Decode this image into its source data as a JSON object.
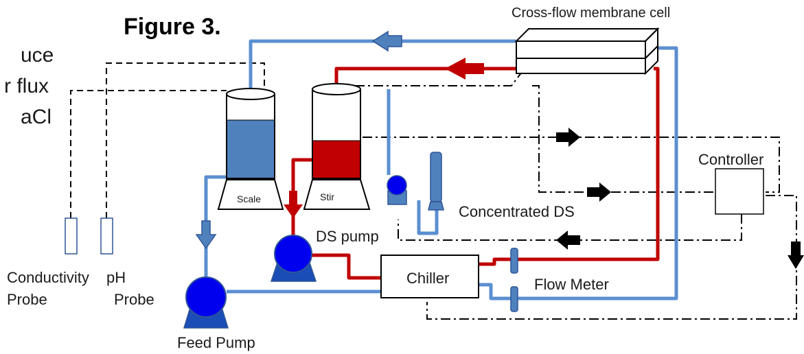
{
  "figure_title": "Figure 3.",
  "clipped_text": [
    "uce",
    "r flux",
    "aCl"
  ],
  "labels": {
    "membrane_cell": "Cross-flow membrane cell",
    "controller": "Controller",
    "concentrated_ds": "Concentrated DS",
    "ds_pump": "DS pump",
    "chiller": "Chiller",
    "flow_meter": "Flow Meter",
    "feed_pump": "Feed Pump",
    "scale": "Scale",
    "stir": "Stir",
    "conductivity_probe_line1": "Conductivity",
    "conductivity_probe_line2": "Probe",
    "ph_probe_line1": "pH",
    "ph_probe_line2": "Probe"
  },
  "colors": {
    "feed_line": "#5b8fd0",
    "draw_solution_line": "#c00000",
    "pump_fill": "#0000ee",
    "feed_tank_fill": "#4f81bd",
    "ds_tank_fill": "#c00000",
    "signal_line": "#000000"
  }
}
